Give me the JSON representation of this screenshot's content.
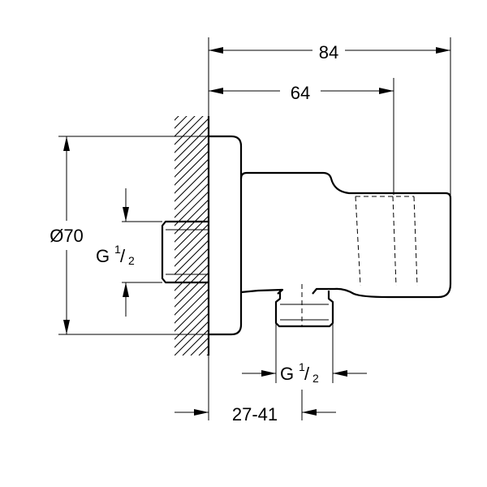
{
  "dimensions": {
    "overall_length": "84",
    "body_length": "64",
    "flange_diameter": "Ø70",
    "wall_thread": {
      "main": "G",
      "num": "1",
      "den": "2"
    },
    "outlet_thread": {
      "main": "G",
      "num": "1",
      "den": "2"
    },
    "wall_distance": "27-41"
  }
}
